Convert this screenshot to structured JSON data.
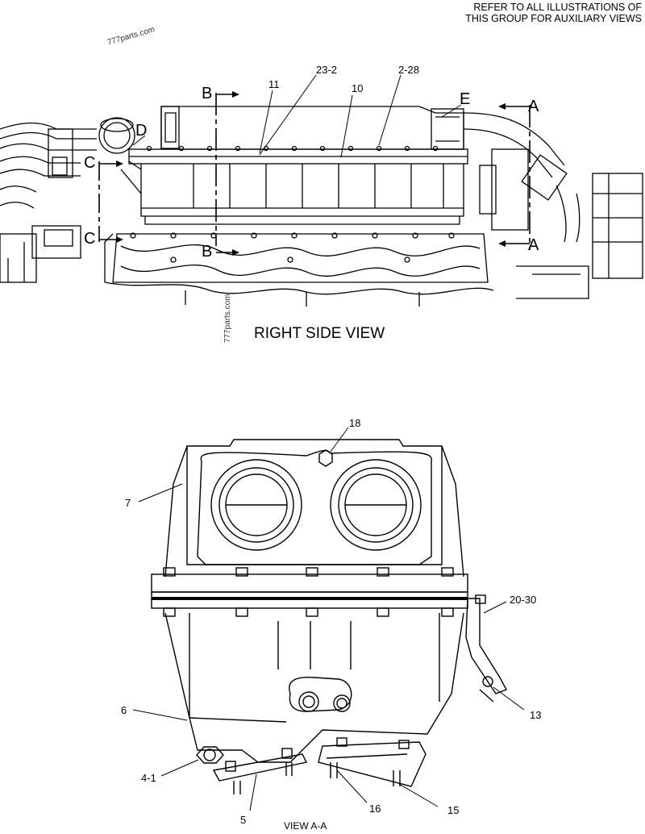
{
  "note": {
    "line1": "REFER TO ALL ILLUSTRATIONS OF",
    "line2": "THIS GROUP FOR AUXILIARY VIEWS"
  },
  "watermarks": [
    "777parts.com",
    "777parts.com"
  ],
  "top_view": {
    "title": "RIGHT SIDE VIEW",
    "callouts": [
      "23-2",
      "11",
      "10",
      "2-28"
    ],
    "section_markers": [
      "B",
      "B",
      "C",
      "C",
      "D",
      "E",
      "A",
      "A"
    ]
  },
  "bottom_view": {
    "title": "VIEW A-A",
    "callouts": [
      "18",
      "7",
      "20-30",
      "6",
      "13",
      "4-1",
      "5",
      "16",
      "15"
    ]
  }
}
